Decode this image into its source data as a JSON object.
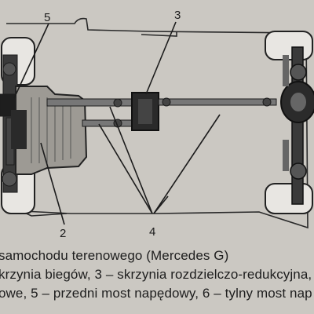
{
  "callouts": {
    "c2": "2",
    "c3": "3",
    "c4": "4",
    "c5": "5"
  },
  "caption": {
    "line1": "samochodu terenowego (Mercedes G)",
    "line2": "krzynia biegów, 3 – skrzynia rozdzielczo-redukcyjna,",
    "line3": "owe, 5 – przedni most napędowy, 6 – tylny most nap"
  },
  "colors": {
    "paper": "#c9c6c0",
    "ink": "#1c1c1c"
  }
}
